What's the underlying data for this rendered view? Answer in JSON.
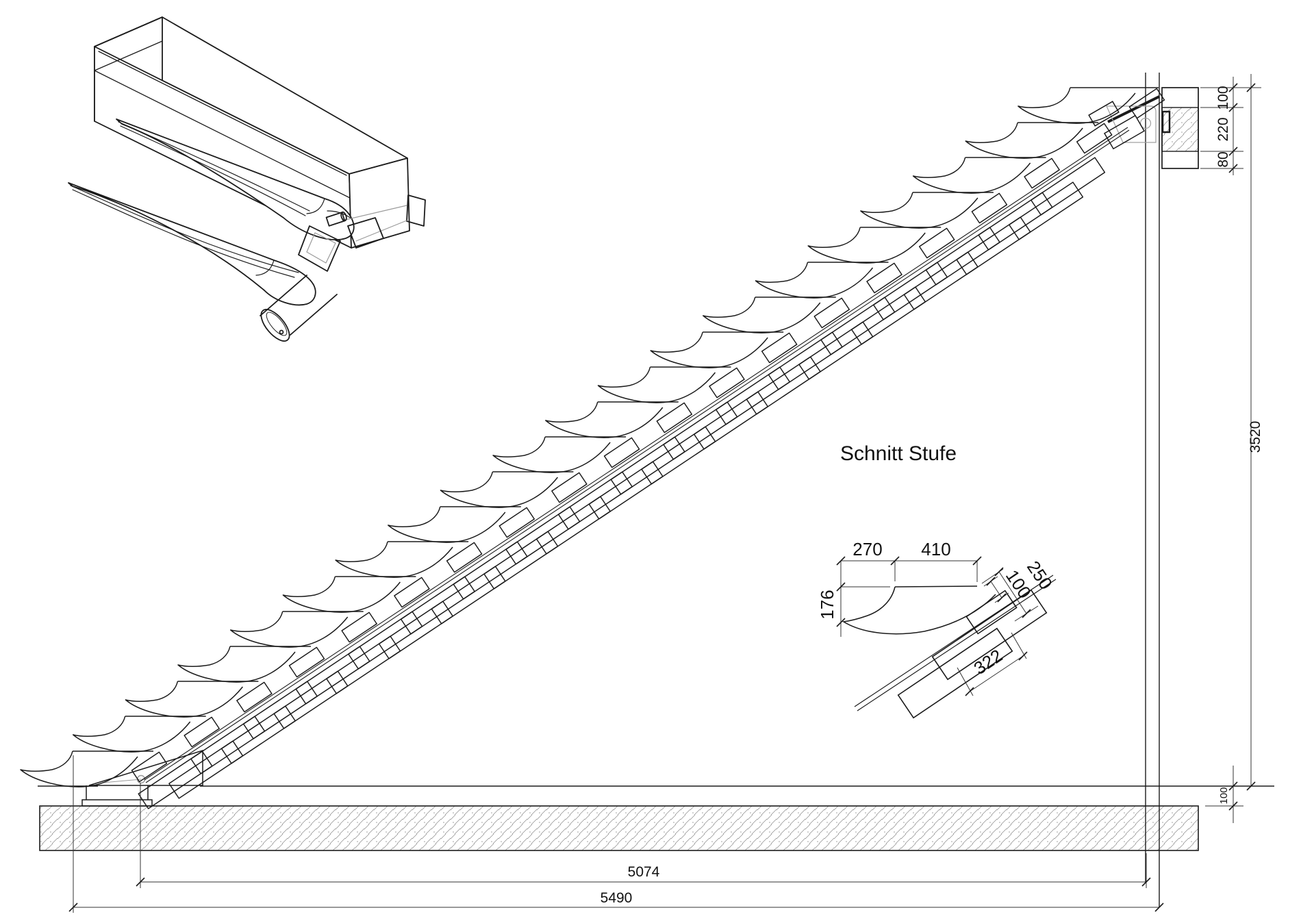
{
  "drawing": {
    "title": "Schnitt Stufe",
    "kind": "staircase-section-elevation",
    "dims": {
      "landing_top": "100",
      "landing_slab": "220",
      "landing_soffit": "80",
      "height_total": "3520",
      "floor_slab": "100",
      "run_clear": "5074",
      "run_total": "5490",
      "detail_back": "270",
      "detail_tread": "410",
      "detail_nose": "176",
      "detail_depth": "250",
      "detail_rail": "100",
      "detail_pitch": "322"
    }
  }
}
